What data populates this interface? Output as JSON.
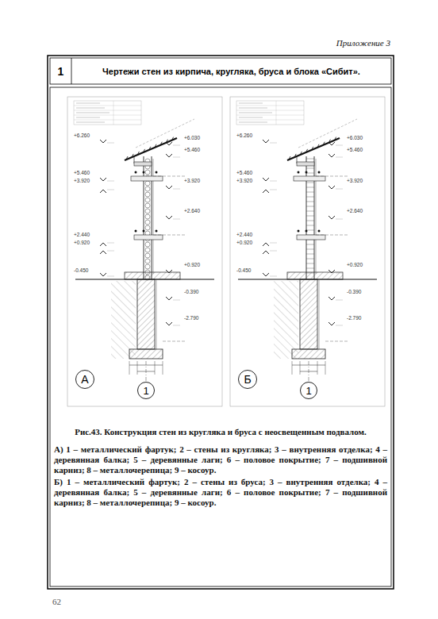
{
  "diagram": {
    "caption": "Рис.43. Конструкция стен из кругляка и бруса с неосвещенным подвалом.",
    "nodes": [
      {
        "text": [
          "1"
        ]
      },
      {
        "text": [
          "Чертежи стен из кирпича, кругляка, бруса и блока «Сибит»."
        ]
      },
      {
        "text": [
          "А"
        ]
      },
      {
        "text": [
          "1"
        ]
      },
      {
        "text": [
          "Б"
        ]
      },
      {
        "text": [
          "1"
        ]
      }
    ],
    "labels": [
      "Приложение 3",
      "+6.260",
      "+6.030",
      "+5.460",
      "+5.460",
      "+3.920",
      "+3.920",
      "+2.640",
      "+2.440",
      "+0.920",
      "+0.920",
      "-0.450",
      "-0.390",
      "-2.790",
      "+6.260",
      "+6.030",
      "+5.460",
      "+5.460",
      "+3.920",
      "+3.920",
      "+2.640",
      "+2.440",
      "+0.920",
      "+0.920",
      "-0.450",
      "-0.390",
      "-2.790",
      "А) 1 – металлический фартук; 2 – стены из кругляка; 3 – внутренняя отделка; 4 – деревянная балка; 5 – деревянные лаги; 6 – половое покрытие; 7 – подшивной карниз; 8 – металлочерепица; 9 – косоур.",
      "Б) 1 – металлический фартук; 2 – стены из бруса; 3 – внутренняя отделка; 4 – деревянная балка; 5 – деревянные лаги; 6 – половое покрытие; 7 – подшивной карниз; 8 – металлочерепица; 9 – косоур.",
      "62"
    ]
  }
}
